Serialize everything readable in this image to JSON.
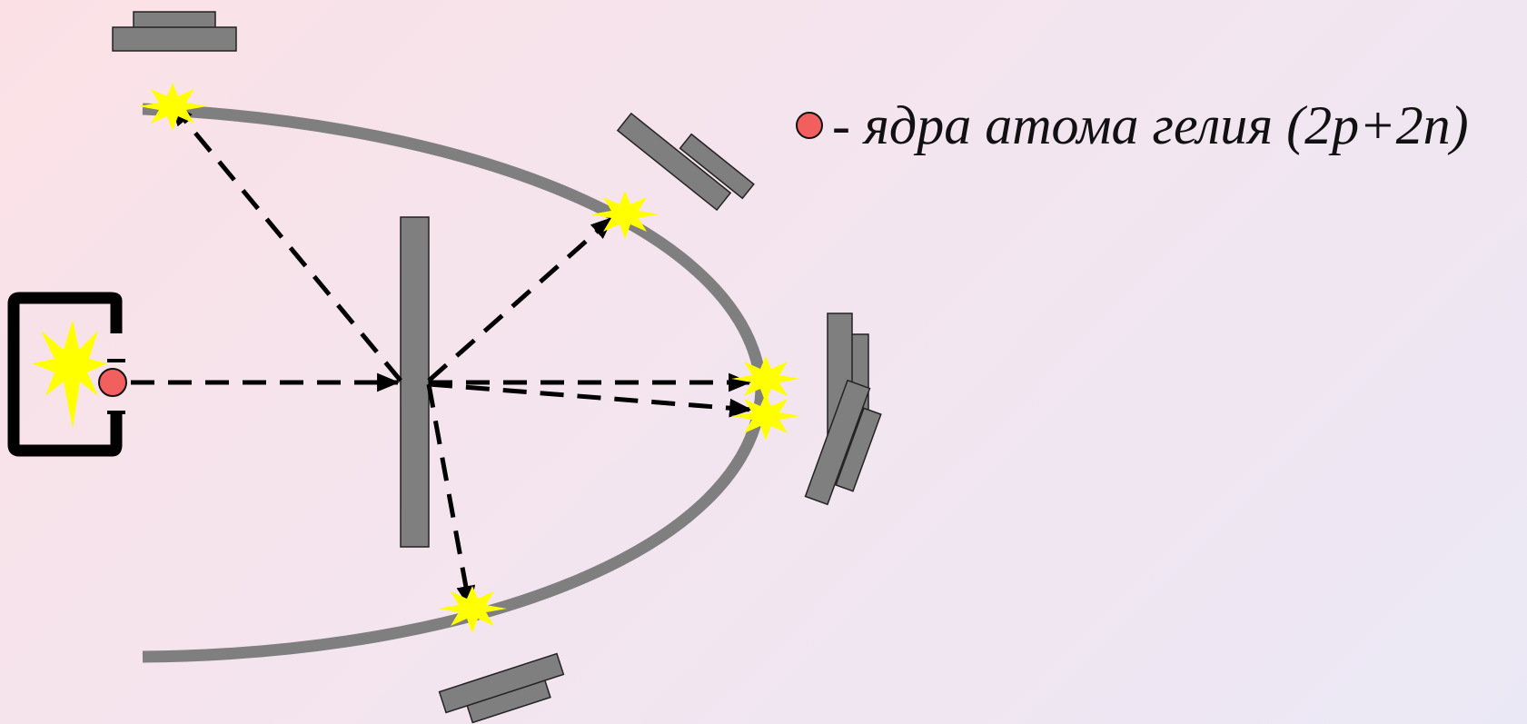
{
  "legend": {
    "text": "- ядра атома гелия (2p+2n)",
    "dot_color": "#f25f5f"
  },
  "colors": {
    "screen": "#7f7f7f",
    "flash": "#ffff00",
    "alpha_particle": "#f25f5f",
    "arrow": "#000000",
    "background_start": "#fbe1e6",
    "background_end": "#ebe8f5"
  },
  "elements": {
    "source": "radioactive-source-box",
    "foil": "gold-foil",
    "screen": "fluorescent-screen-arc",
    "microscopes": 5,
    "scintillations": 6
  }
}
